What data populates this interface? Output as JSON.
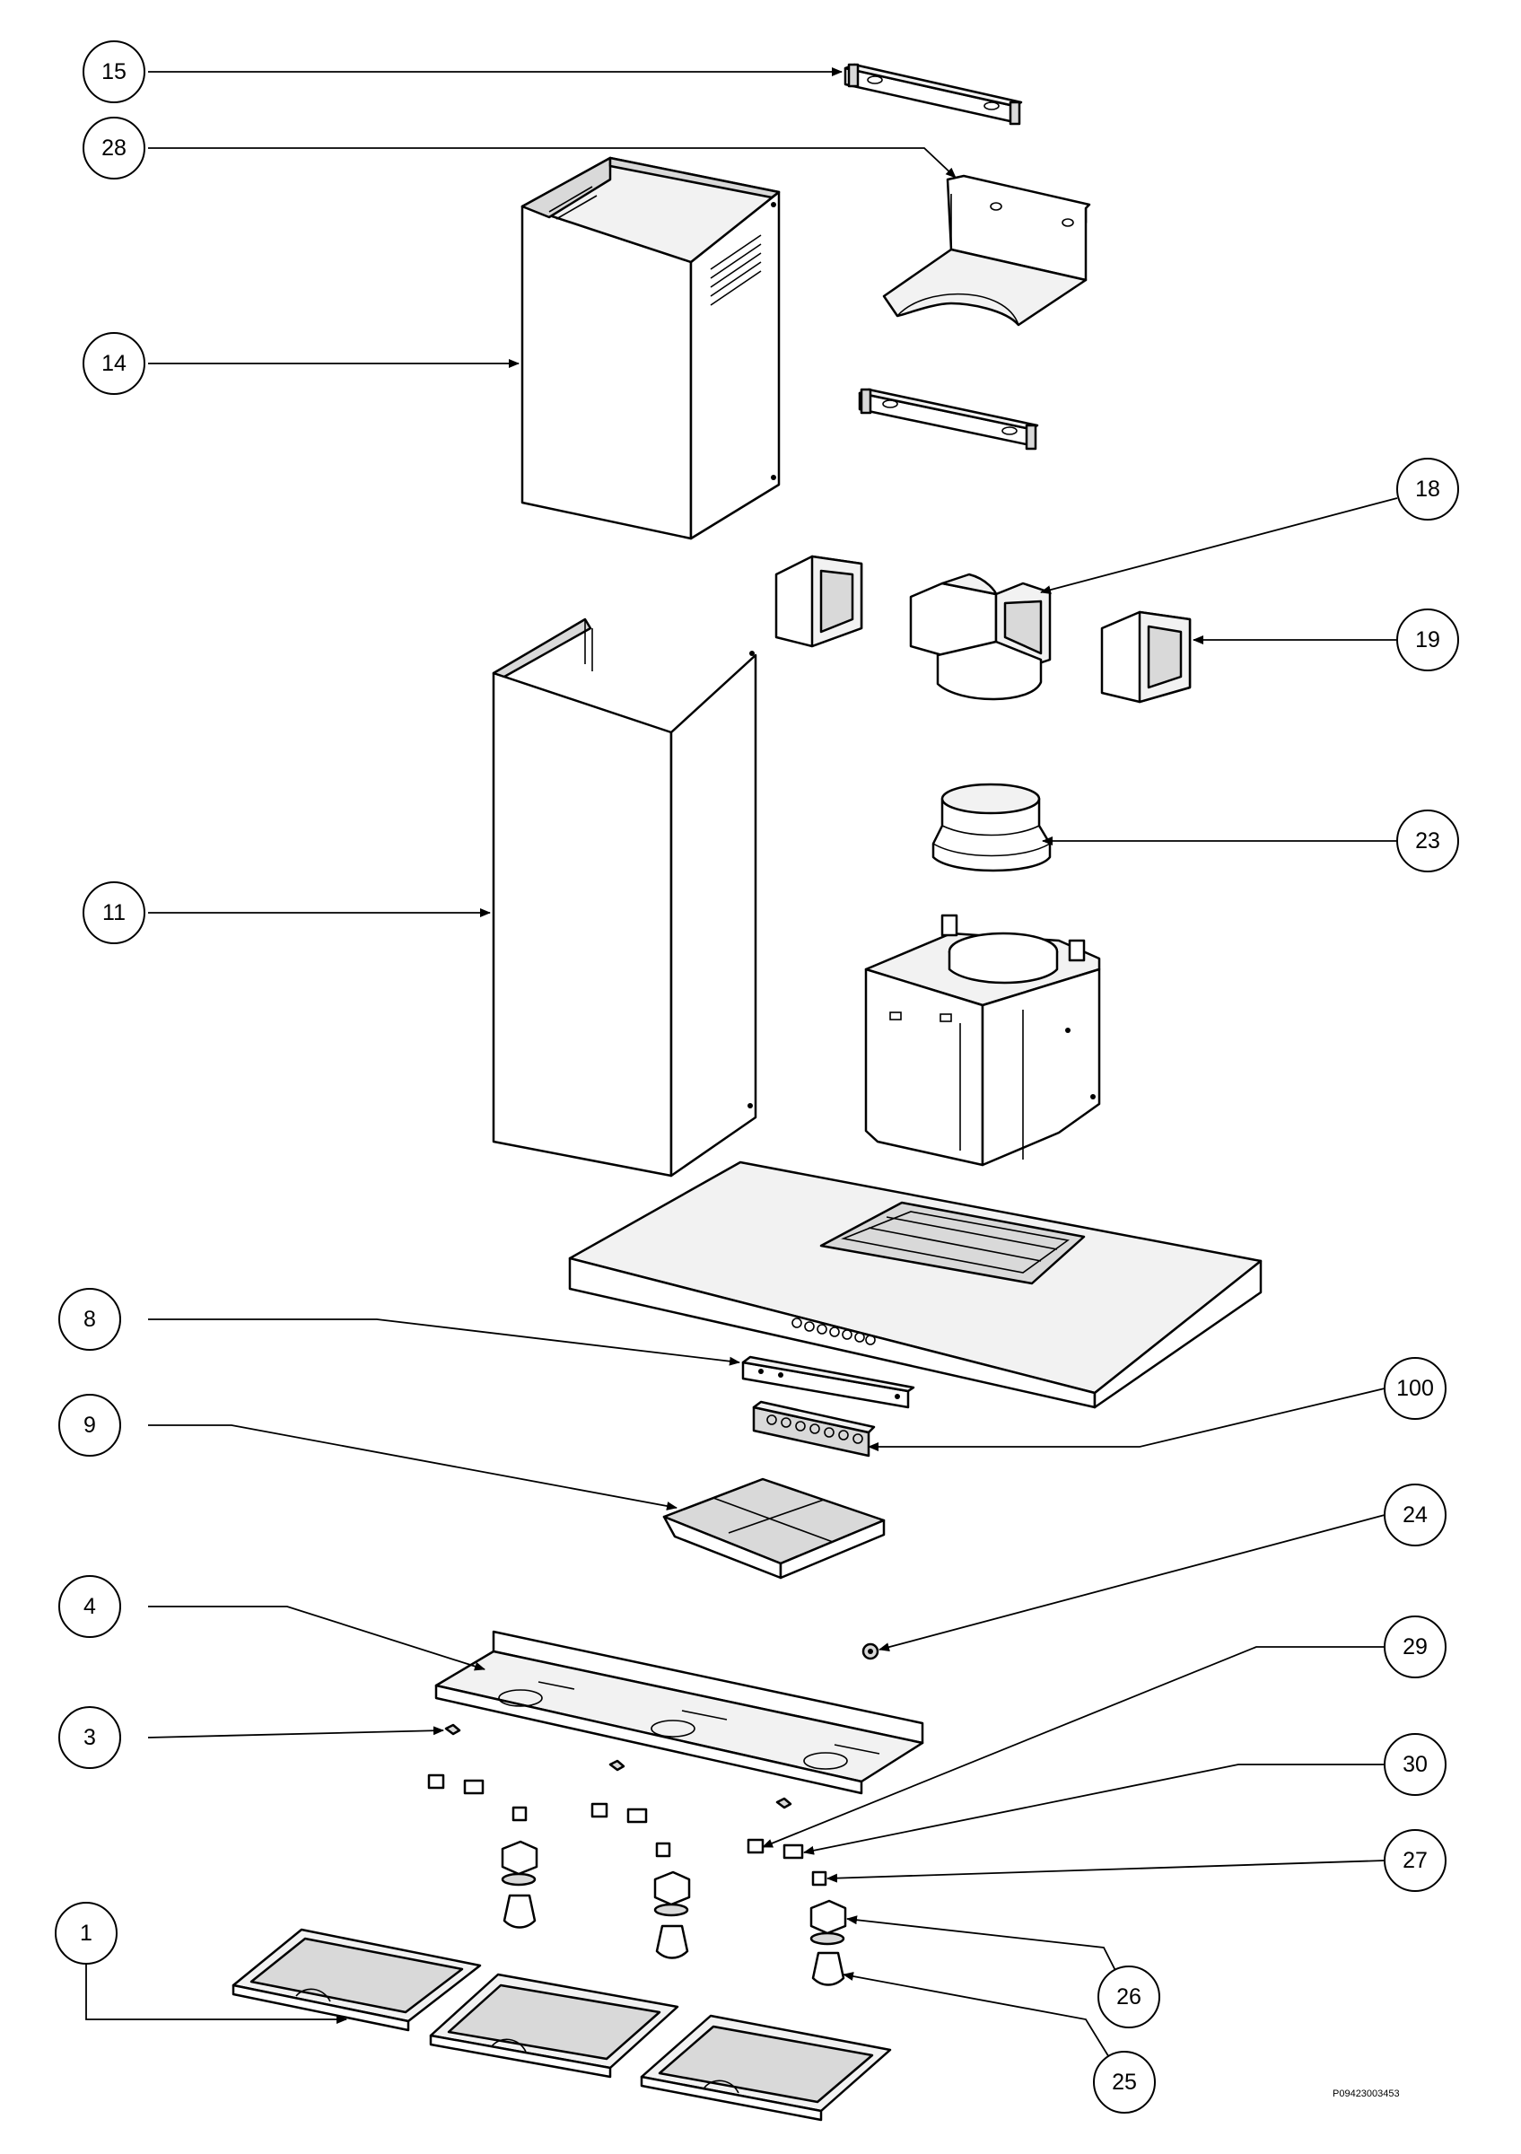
{
  "drawing_code": "P09423003453",
  "callouts": [
    {
      "id": "c15",
      "label": "15"
    },
    {
      "id": "c28",
      "label": "28"
    },
    {
      "id": "c14",
      "label": "14"
    },
    {
      "id": "c18",
      "label": "18"
    },
    {
      "id": "c19",
      "label": "19"
    },
    {
      "id": "c23",
      "label": "23"
    },
    {
      "id": "c11",
      "label": "11"
    },
    {
      "id": "c8",
      "label": "8"
    },
    {
      "id": "c100",
      "label": "100"
    },
    {
      "id": "c9",
      "label": "9"
    },
    {
      "id": "c24",
      "label": "24"
    },
    {
      "id": "c4",
      "label": "4"
    },
    {
      "id": "c29",
      "label": "29"
    },
    {
      "id": "c3",
      "label": "3"
    },
    {
      "id": "c30",
      "label": "30"
    },
    {
      "id": "c27",
      "label": "27"
    },
    {
      "id": "c1",
      "label": "1"
    },
    {
      "id": "c26",
      "label": "26"
    },
    {
      "id": "c25",
      "label": "25"
    }
  ]
}
